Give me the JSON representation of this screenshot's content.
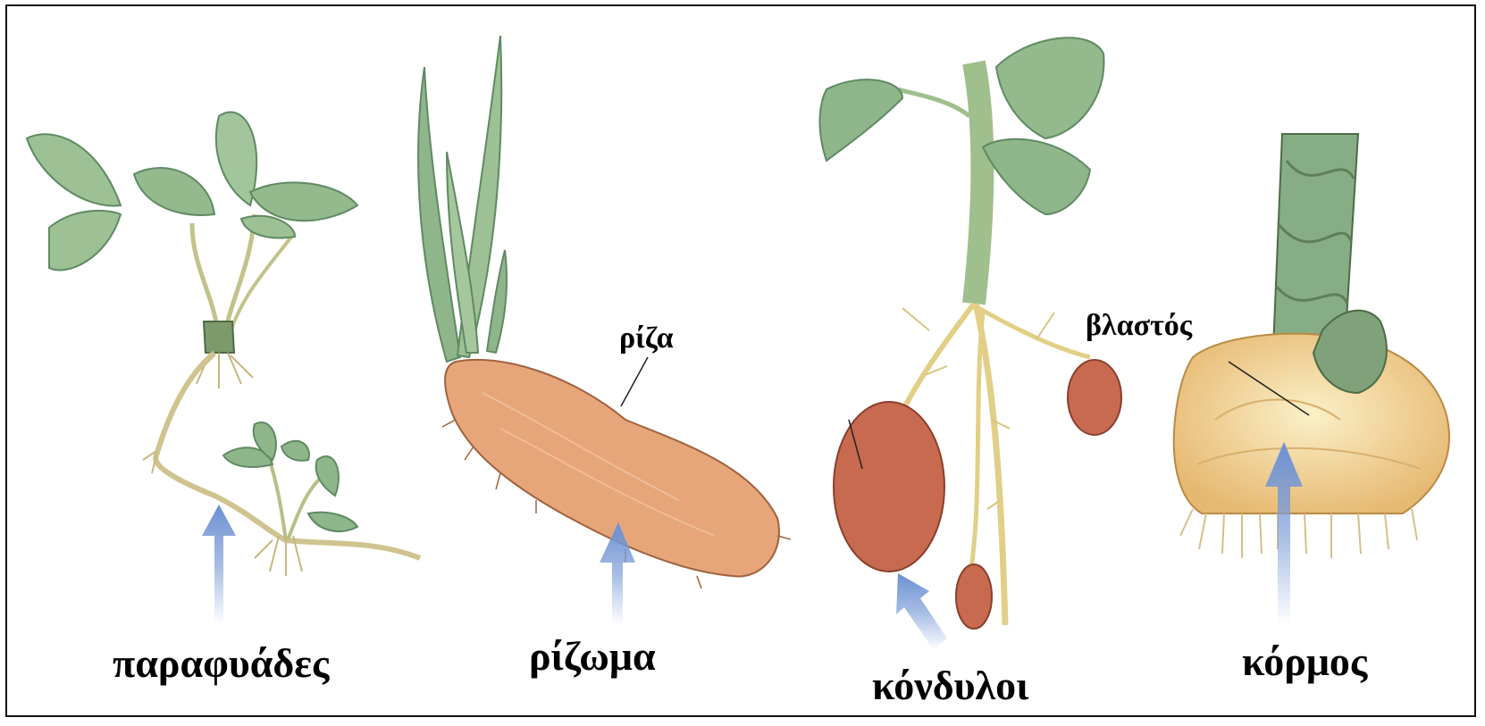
{
  "labels": {
    "suckers": "παραφυάδες",
    "rhizome": "ρίζωμα",
    "root": "ρίζα",
    "tubers": "κόνδυλοι",
    "shoot": "βλαστός",
    "corm": "κόρμος"
  },
  "colors": {
    "leaf": "#8fb58a",
    "leaf_dark": "#5f8a63",
    "stem": "#c9c791",
    "rhizome": "#e3a477",
    "tuber": "#c86a4f",
    "corm": "#f1d9a4",
    "arrow": "#7f9fd8",
    "border": "#111111"
  }
}
